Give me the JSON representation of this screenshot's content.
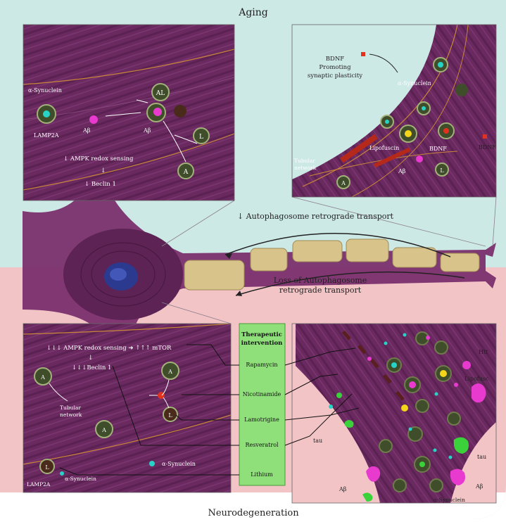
{
  "titles": {
    "top": "Aging",
    "bottom": "Neurodegeneration"
  },
  "axon": {
    "upper": "↓ Autophagosome retrograde transport",
    "lower_line1": "Loss of Autophagosome",
    "lower_line2": "retrograde transport"
  },
  "panel_tl": {
    "synuclein": "α-Synuclein",
    "lamp2a": "LAMP2A",
    "abeta": "Aβ",
    "al": "AL",
    "ab2": "Aβ",
    "l": "L",
    "a": "A",
    "ampk": "↓ AMPK redox sensing",
    "arrow_down": "↓",
    "beclin": "↓ Beclin 1"
  },
  "panel_tr": {
    "bdnf_l1": "BDNF",
    "bdnf_l2": "Promoting",
    "bdnf_l3": "synaptic plasticity",
    "synuclein": "α-Synuclein",
    "lipofuscin": "Lipofuscin",
    "bdnf_mid": "BDNF",
    "bdnf_edge": "BDNF",
    "tubular_l1": "Tubular",
    "tubular_l2": "network",
    "abeta": "Aβ",
    "l": "L",
    "a": "A"
  },
  "panel_bl": {
    "ampk": "↓↓↓ AMPK redox sensing  ➜ ↑↑↑ mTOR",
    "arrow_down": "↓",
    "beclin": "↓↓↓Beclin 1",
    "tubular_l1": "Tubular",
    "tubular_l2": "network",
    "a1": "A",
    "a2": "A",
    "a3": "A",
    "l1": "L",
    "l2": "L",
    "synuclein1": "α-Synuclein",
    "synuclein2": "α-Synuclein",
    "lamp2a": "LAMP2A"
  },
  "therapy": {
    "title_l1": "Therapeutic",
    "title_l2": "intervention",
    "drugs": [
      "Rapamycin",
      "Nicotinamide",
      "Lamotrigine",
      "Resveratrol",
      "Lithium"
    ]
  },
  "panel_br": {
    "htt": "Htt",
    "lipofuscin": "Lipofusc",
    "tau_left": "tau",
    "tau_right": "tau",
    "abeta_left": "Aβ",
    "abeta_right": "Aβ",
    "synuclein": "α-Synuclein"
  },
  "colors": {
    "background_top": "#cde9e6",
    "background_bottom": "#f2c4c6",
    "membrane": "#6e2b63",
    "membrane_dark": "#4a1743",
    "myelin": "#d8c48a",
    "nucleus": "#2b3a8f",
    "therapy_box": "#8fe07a",
    "abeta": "#e93ad0",
    "synuclein": "#27d3c7",
    "lipofuscin": "#f5d51a",
    "bdnf": "#e0321e",
    "tau": "#3bd13b",
    "vesicle": "#3f4d2a",
    "orange_line": "#c9863a"
  }
}
